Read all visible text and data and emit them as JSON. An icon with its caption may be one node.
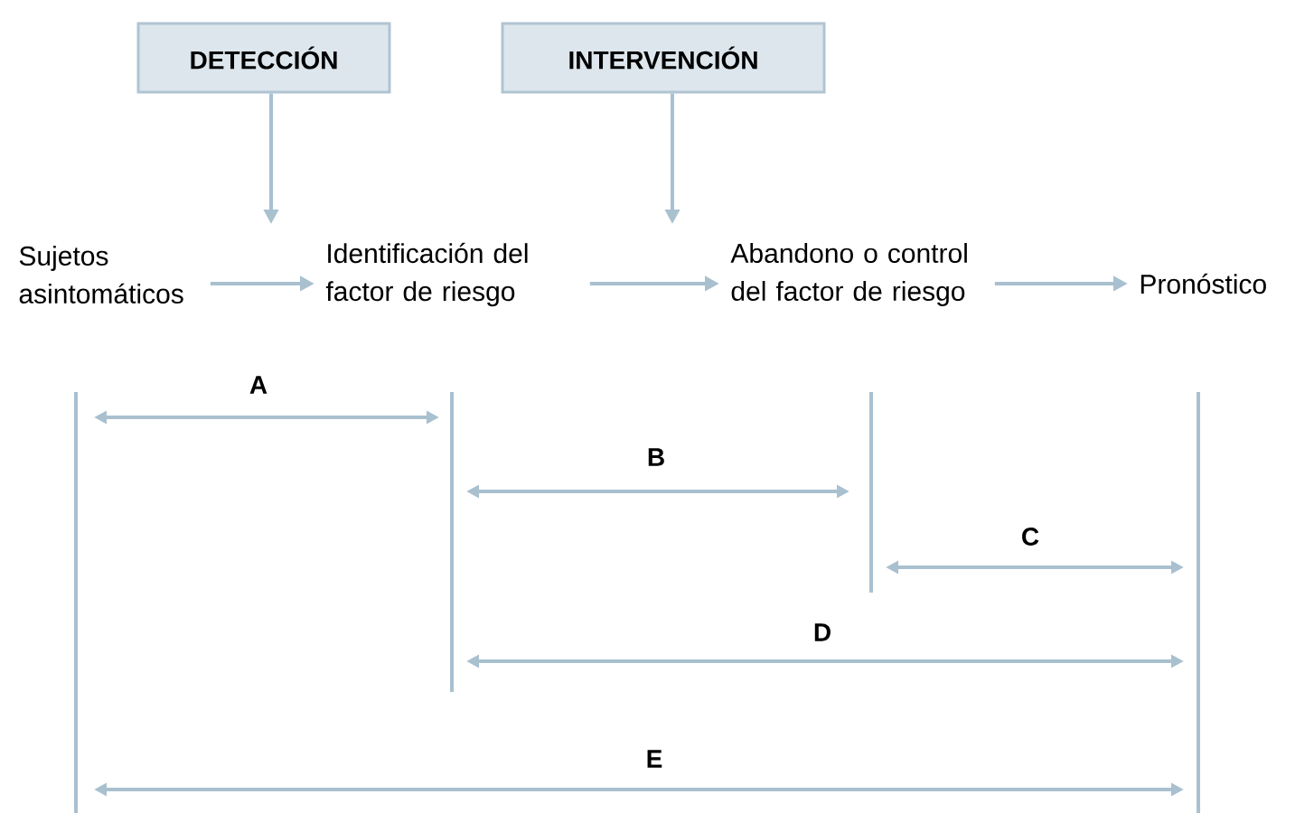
{
  "diagram": {
    "nodes": [
      {
        "text": [
          "DETECCIÓN"
        ]
      },
      {
        "text": [
          "INTERVENCIÓN"
        ]
      },
      {
        "text": [
          "Sujetos asintomáticos"
        ]
      },
      {
        "text": [
          "Identificación del factor de riesgo"
        ]
      },
      {
        "text": [
          "Abandono o control del factor de riesgo"
        ]
      },
      {
        "text": [
          "Pronóstico"
        ]
      }
    ],
    "edges": [
      {
        "from": 0,
        "to": null,
        "arrow": "to"
      },
      {
        "from": 1,
        "to": null,
        "arrow": "to"
      },
      {
        "from": 2,
        "to": 3,
        "arrow": "to"
      },
      {
        "from": 3,
        "to": 4,
        "arrow": "to"
      },
      {
        "from": 4,
        "to": 5,
        "arrow": "to"
      }
    ],
    "labels": [
      "A",
      "B",
      "C",
      "D",
      "E"
    ]
  }
}
